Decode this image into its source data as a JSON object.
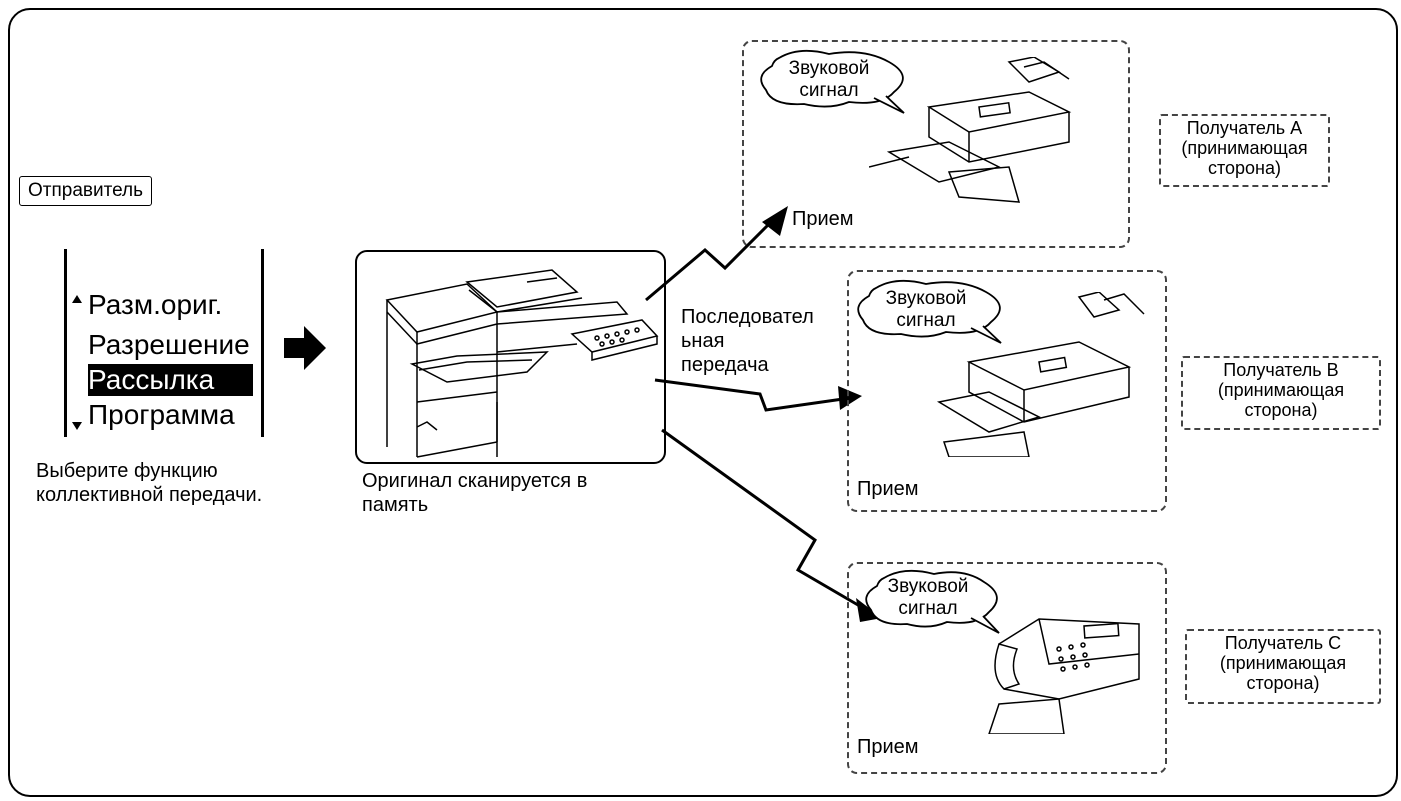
{
  "sender": {
    "label": "Отправитель"
  },
  "menu": {
    "items": [
      "Разм.ориг.",
      "Разрешение",
      "Рассылка",
      "Программа"
    ],
    "selected_index": 2,
    "caption_line1": "Выберите функцию",
    "caption_line2": "коллективной передачи."
  },
  "scanner": {
    "caption_line1": "Оригинал сканируется в",
    "caption_line2": "память"
  },
  "transmission": {
    "line1": "Последовател",
    "line2": "ьная",
    "line3": "передача"
  },
  "receivers": [
    {
      "bubble_line1": "Звуковой",
      "bubble_line2": "сигнал",
      "receive_label": "Прием",
      "name": "Получатель А",
      "side_line1": "(принимающая",
      "side_line2": "сторона)"
    },
    {
      "bubble_line1": "Звуковой",
      "bubble_line2": "сигнал",
      "receive_label": "Прием",
      "name": "Получатель В",
      "side_line1": "(принимающая",
      "side_line2": "сторона)"
    },
    {
      "bubble_line1": "Звуковой",
      "bubble_line2": "сигнал",
      "receive_label": "Прием",
      "name": "Получатель С",
      "side_line1": "(принимающая",
      "side_line2": "сторона)"
    }
  ]
}
